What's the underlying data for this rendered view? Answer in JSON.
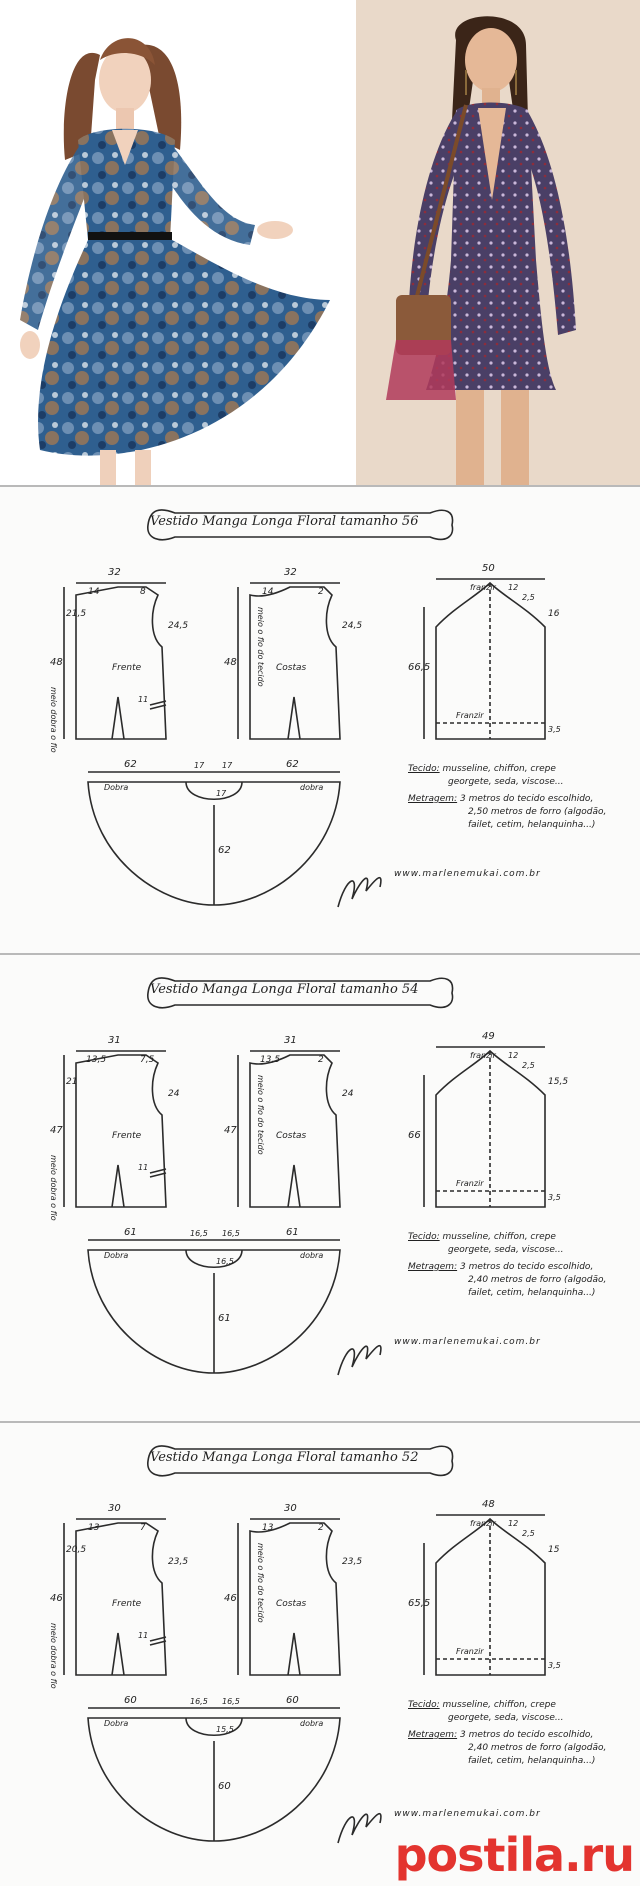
{
  "patterns": [
    {
      "title": "Vestido Manga Longa Floral tamanho",
      "size": "56",
      "front": {
        "width": "32",
        "shoulder": "14",
        "neck_drop": "8",
        "armhole": "24,5",
        "side_top": "21,5",
        "length": "48",
        "label": "Frente",
        "fold_label": "meio dobra o fio",
        "dart": "11"
      },
      "back": {
        "width": "32",
        "shoulder": "14",
        "neck": "2",
        "armhole": "24,5",
        "length": "48",
        "label": "Costas",
        "fold_label": "meio o fio do tecido"
      },
      "sleeve": {
        "width": "50",
        "mark": "franzir",
        "a": "12",
        "b": "2,5",
        "cap": "16",
        "length": "66,5",
        "bottom_mark": "Franzir",
        "hem": "3,5"
      },
      "skirt": {
        "left": "62",
        "w1": "17",
        "w2": "17",
        "right": "62",
        "rise": "17",
        "radius": "62",
        "fold_left": "Dobra",
        "fold_right": "dobra"
      },
      "notes": {
        "fabric_label": "Tecido:",
        "fabric_1": "musseline, chiffon, crepe",
        "fabric_2": "georgete, seda, viscose...",
        "yardage_label": "Metragem:",
        "yardage_1": "3 metros do tecido escolhido,",
        "yardage_2": "2,50 metros de forro (algodão,",
        "yardage_3": "failet, cetim, helanquinha...)"
      },
      "url": "www.marlenemukai.com.br",
      "signature": "Marlene Mukai"
    },
    {
      "title": "Vestido Manga Longa Floral tamanho",
      "size": "54",
      "front": {
        "width": "31",
        "shoulder": "13,5",
        "neck_drop": "7,5",
        "armhole": "24",
        "side_top": "21",
        "length": "47",
        "label": "Frente",
        "fold_label": "meio dobra o fio",
        "dart": "11"
      },
      "back": {
        "width": "31",
        "shoulder": "13,5",
        "neck": "2",
        "armhole": "24",
        "length": "47",
        "label": "Costas",
        "fold_label": "meio o fio do tecido"
      },
      "sleeve": {
        "width": "49",
        "mark": "franzir",
        "a": "12",
        "b": "2,5",
        "cap": "15,5",
        "length": "66",
        "bottom_mark": "Franzir",
        "hem": "3,5"
      },
      "skirt": {
        "left": "61",
        "w1": "16,5",
        "w2": "16,5",
        "right": "61",
        "rise": "16,5",
        "radius": "61",
        "fold_left": "Dobra",
        "fold_right": "dobra"
      },
      "notes": {
        "fabric_label": "Tecido:",
        "fabric_1": "musseline, chiffon, crepe",
        "fabric_2": "georgete, seda, viscose...",
        "yardage_label": "Metragem:",
        "yardage_1": "3 metros do tecido escolhido,",
        "yardage_2": "2,40 metros de forro (algodão,",
        "yardage_3": "failet, cetim, helanquinha...)"
      },
      "url": "www.marlenemukai.com.br",
      "signature": "Marlene Mukai"
    },
    {
      "title": "Vestido Manga Longa Floral tamanho",
      "size": "52",
      "front": {
        "width": "30",
        "shoulder": "13",
        "neck_drop": "7",
        "armhole": "23,5",
        "side_top": "20,5",
        "length": "46",
        "label": "Frente",
        "fold_label": "meio dobra o fio",
        "dart": "11"
      },
      "back": {
        "width": "30",
        "shoulder": "13",
        "neck": "2",
        "armhole": "23,5",
        "length": "46",
        "label": "Costas",
        "fold_label": "meio o fio do tecido"
      },
      "sleeve": {
        "width": "48",
        "mark": "franzir",
        "a": "12",
        "b": "2,5",
        "cap": "15",
        "length": "65,5",
        "bottom_mark": "Franzir",
        "hem": "3,5"
      },
      "skirt": {
        "left": "60",
        "w1": "16,5",
        "w2": "16,5",
        "right": "60",
        "rise": "15,5",
        "radius": "60",
        "fold_left": "Dobra",
        "fold_right": "dobra"
      },
      "notes": {
        "fabric_label": "Tecido:",
        "fabric_1": "musseline, chiffon, crepe",
        "fabric_2": "georgete, seda, viscose...",
        "yardage_label": "Metragem:",
        "yardage_1": "3 metros do tecido escolhido,",
        "yardage_2": "2,40 metros de forro (algodão,",
        "yardage_3": "failet, cetim, helanquinha...)"
      },
      "url": "www.marlenemukai.com.br",
      "signature": "Marlene Mukai"
    }
  ],
  "watermark": "postila.ru",
  "colors": {
    "ink": "#2b2b2b",
    "paper": "#fbfbfa",
    "dress_left": "#2f5f8f",
    "dress_right": "#4a3f66",
    "watermark": "#e3342f"
  }
}
